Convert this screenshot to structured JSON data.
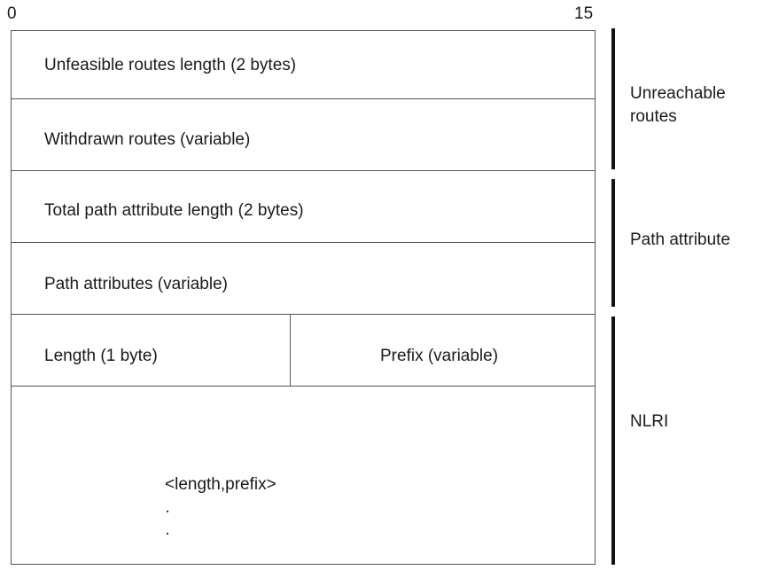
{
  "scale": {
    "start": "0",
    "end": "15"
  },
  "fields": {
    "unfeasible_routes_length": "Unfeasible routes length (2 bytes)",
    "withdrawn_routes": "Withdrawn routes (variable)",
    "total_path_attribute_length": "Total path attribute length (2 bytes)",
    "path_attributes": "Path attributes (variable)",
    "length": "Length (1 byte)",
    "prefix": "Prefix  (variable)",
    "length_prefix_tuple": "<length,prefix>"
  },
  "groups": {
    "unreachable_routes": "Unreachable\nroutes",
    "path_attribute": "Path attribute",
    "nlri": "NLRI"
  }
}
